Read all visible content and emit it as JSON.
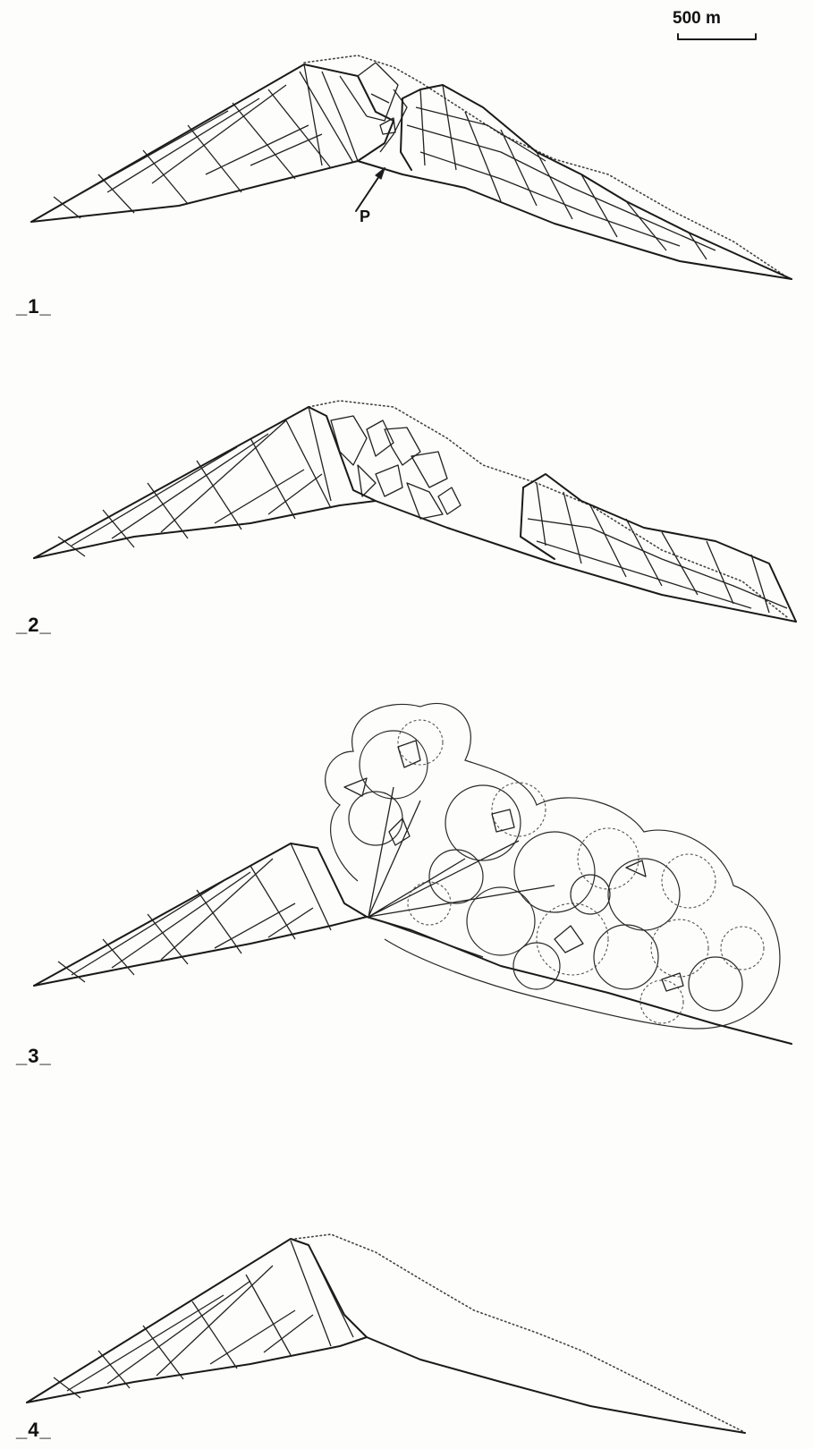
{
  "scale_bar": {
    "label": "500 m"
  },
  "panels": [
    {
      "label": "_1_"
    },
    {
      "label": "_2_"
    },
    {
      "label": "_3_"
    },
    {
      "label": "_4_"
    }
  ],
  "annotations": {
    "p_label": "P"
  }
}
